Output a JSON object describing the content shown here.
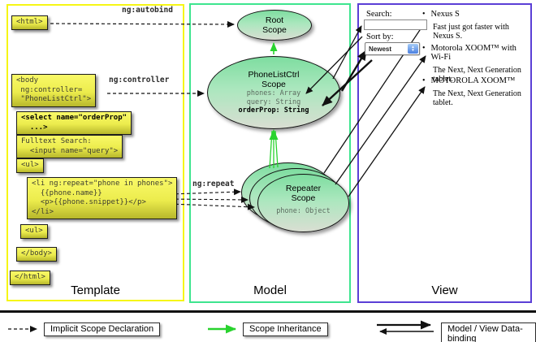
{
  "template": {
    "label": "Template",
    "annotations": {
      "autobind": "ng:autobind",
      "controller": "ng:controller",
      "repeat": "ng:repeat"
    },
    "boxes": [
      {
        "id": "html-open",
        "code": "<html>"
      },
      {
        "id": "body-open",
        "code": "<body\n ng:controller=\n \"PhoneListCtrl\">"
      },
      {
        "id": "select",
        "code": "<select name=\"orderProp\"\n  ...>"
      },
      {
        "id": "fulltext",
        "code": "Fulltext Search:\n  <input name=\"query\">"
      },
      {
        "id": "ul-open",
        "code": "<ul>"
      },
      {
        "id": "li-repeat",
        "code": "<li ng:repeat=\"phone in phones\">\n  {{phone.name}}\n  <p>{{phone.snippet}}</p>\n</li>"
      },
      {
        "id": "ul-close",
        "code": "<ul>"
      },
      {
        "id": "body-close",
        "code": "</body>"
      },
      {
        "id": "html-close",
        "code": "</html>"
      }
    ]
  },
  "model": {
    "label": "Model",
    "root_scope": {
      "title": "Root\nScope"
    },
    "phonelist_scope": {
      "title": "PhoneListCtrl\nScope",
      "props": "phones: Array\nquery: String",
      "bold_prop": "orderProp: String"
    },
    "repeater_scope": {
      "title": "Repeater\nScope",
      "prop": "phone: Object"
    }
  },
  "view": {
    "label": "View",
    "search_label": "Search:",
    "search_value": "",
    "sort_label": "Sort by:",
    "sort_value": "Newest",
    "items": [
      {
        "title": "Nexus S",
        "desc": "Fast just got faster with Nexus S."
      },
      {
        "title": "Motorola XOOM™ with Wi-Fi",
        "desc": "The Next, Next Generation tablet."
      },
      {
        "title": "MOTOROLA XOOM™",
        "desc": "The Next, Next Generation tablet."
      }
    ]
  },
  "legend": {
    "implicit": "Implicit Scope Declaration",
    "inheritance": "Scope Inheritance",
    "binding": "Model / View Data-binding"
  },
  "colors": {
    "template_border": "#f6f615",
    "model_border": "#3ee58f",
    "view_border": "#5b3fd6",
    "codebox_yellow": "#ecec4d",
    "scope_green": "#7edda0",
    "inheritance_arrow_green": "#29d32e",
    "arrow_black": "#111111"
  }
}
